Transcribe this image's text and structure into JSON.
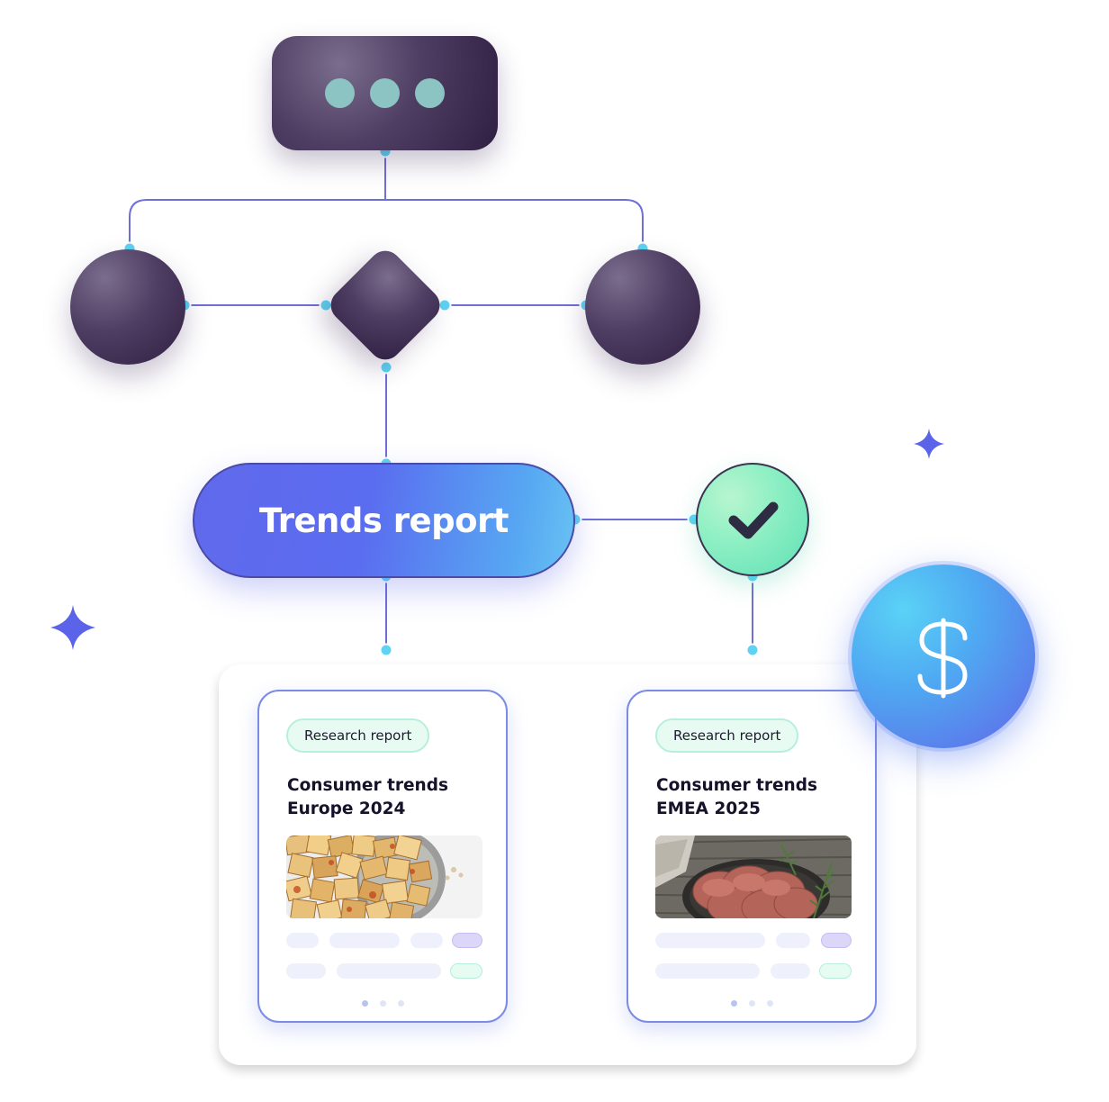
{
  "flow": {
    "top_node": {
      "buttons": [
        "dot",
        "dot",
        "dot"
      ]
    },
    "main_node": {
      "label": "Trends report"
    },
    "status_node": {
      "icon": "checkmark-icon"
    },
    "price_badge": {
      "icon": "dollar-sign-icon"
    }
  },
  "cards": [
    {
      "tag": "Research report",
      "title_line1": "Consumer trends",
      "title_line2": "Europe 2024",
      "image": "tofu-cubes-photo"
    },
    {
      "tag": "Research report",
      "title_line1": "Consumer trends",
      "title_line2": "EMEA 2025",
      "image": "sliced-meat-photo"
    }
  ],
  "colors": {
    "node_dark": "#3b2b50",
    "connector": "#6f6fd6",
    "connector_dot": "#5fd3f3",
    "accent_blue": "#5a6cf0",
    "accent_cyan": "#68c3f3",
    "success_green": "#8ff0c4",
    "star": "#5b63e8"
  }
}
